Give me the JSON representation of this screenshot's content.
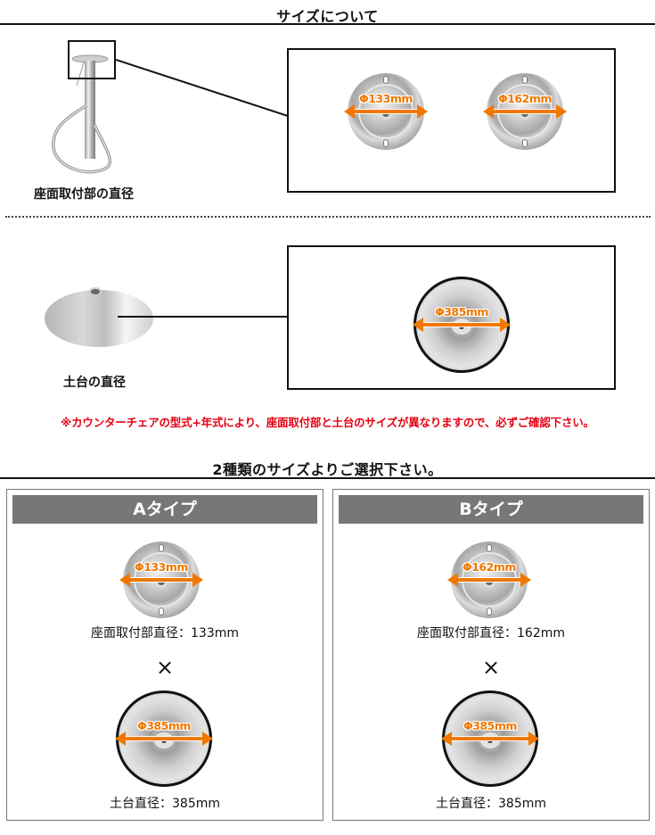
{
  "section1": {
    "title": "サイズについて",
    "seat_mount_caption": "座面取付部の直径",
    "seat_mount_options": [
      {
        "label": "Φ133mm"
      },
      {
        "label": "Φ162mm"
      }
    ],
    "base_caption": "土台の直径",
    "base_option": {
      "label": "Φ385mm"
    }
  },
  "notice": {
    "text": "※カウンターチェアの型式+年式により、座面取付部と土台のサイズが異なりますので、必ずご確認下さい。",
    "color": "#e60012"
  },
  "section2": {
    "title": "2種類のサイズよりご選択下さい。",
    "types": [
      {
        "header": "Aタイプ",
        "seat_dim_label": "Φ133mm",
        "seat_text": "座面取付部直径：133mm",
        "times": "×",
        "base_dim_label": "Φ385mm",
        "base_text": "土台直径：385mm"
      },
      {
        "header": "Bタイプ",
        "seat_dim_label": "Φ162mm",
        "seat_text": "座面取付部直径：162mm",
        "times": "×",
        "base_dim_label": "Φ385mm",
        "base_text": "土台直径：385mm"
      }
    ]
  },
  "colors": {
    "accent_orange": "#f07800",
    "header_gray": "#777777",
    "notice_red": "#e60012"
  }
}
